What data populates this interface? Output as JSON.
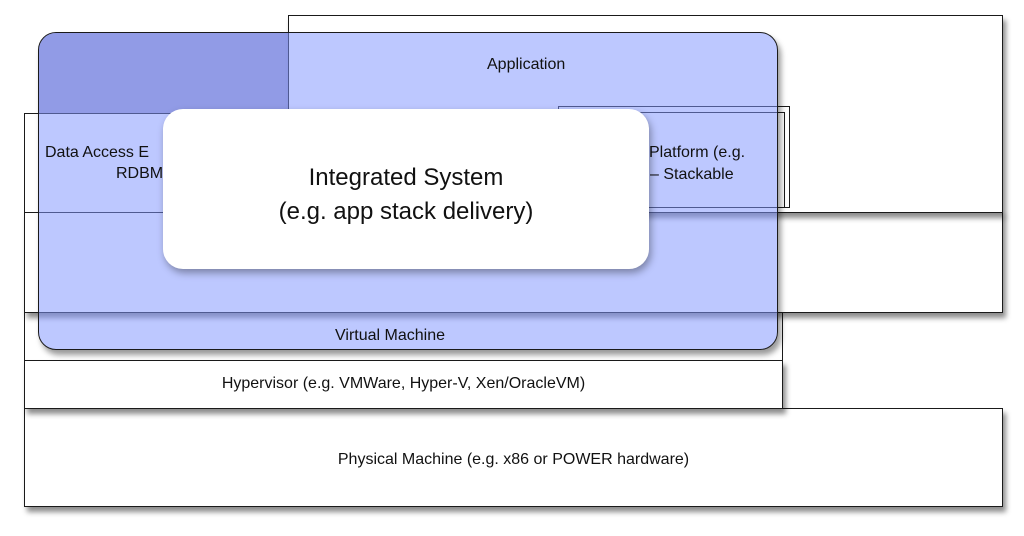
{
  "layers": {
    "physical_machine": "Physical Machine (e.g. x86 or POWER hardware)",
    "hypervisor": "Hypervisor (e.g. VMWare, Hyper-V, Xen/OracleVM)",
    "virtual_machine": "Virtual Machine",
    "application": "Application",
    "data_access_line1": "Data Access E",
    "data_access_line2": "RDBM",
    "platform_line1": "Platform (e.g.",
    "platform_line2": "– Stackable"
  },
  "callout": {
    "title_line1": "Integrated System",
    "title_line2": "(e.g. app stack delivery)"
  },
  "colors": {
    "integrated_fill": "#b8c4fc",
    "integrated_corner": "#97a2e4",
    "border": "#1a1a1a"
  }
}
